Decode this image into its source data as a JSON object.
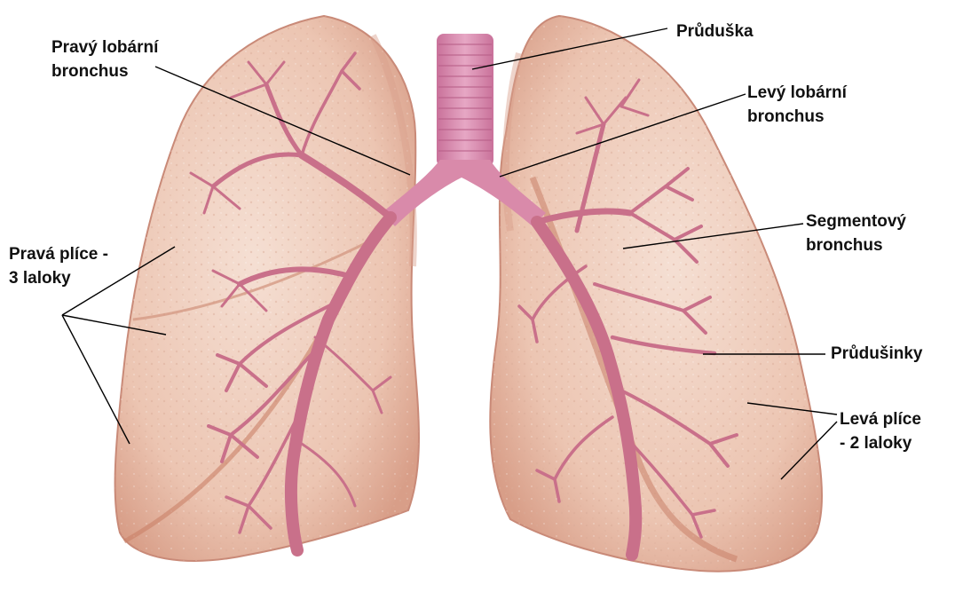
{
  "labels": {
    "right_lobar_bronchus": [
      "Pravý lobární",
      "bronchus"
    ],
    "trachea": [
      "Průduška"
    ],
    "left_lobar_bronchus": [
      "Levý lobární",
      "bronchus"
    ],
    "segmental_bronchus": [
      "Segmentový",
      "bronchus"
    ],
    "right_lung": [
      "Pravá plíce -",
      "3 laloky"
    ],
    "bronchioles": [
      "Průdušinky"
    ],
    "left_lung": [
      "Levá plíce",
      "- 2 laloky"
    ]
  },
  "colors": {
    "lung_fill": "#f1d2c3",
    "lung_edge": "#c98a78",
    "bronchus": "#c9708a",
    "trachea": "#dd96b6",
    "leader_line": "#000000",
    "text": "#111111"
  }
}
